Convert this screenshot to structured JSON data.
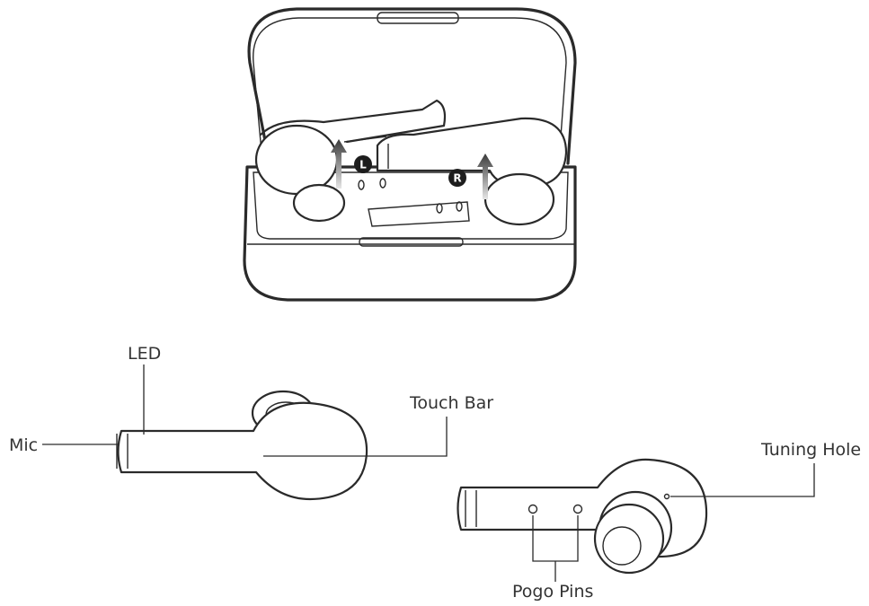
{
  "case": {
    "left_badge": "L",
    "right_badge": "R"
  },
  "labels": {
    "led": "LED",
    "mic": "Mic",
    "touch_bar": "Touch Bar",
    "tuning_hole": "Tuning Hole",
    "pogo_pins": "Pogo Pins"
  },
  "colors": {
    "line": "#2a2a2a",
    "text": "#333333",
    "arrow_gradient_top": "#3a3a3a",
    "arrow_gradient_bottom": "#e6e6e6"
  }
}
